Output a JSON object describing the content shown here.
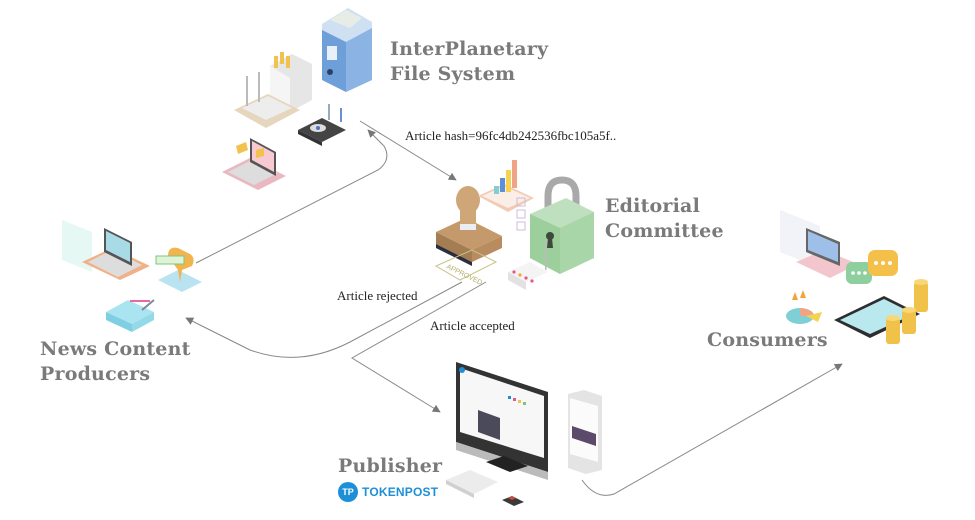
{
  "nodes": {
    "ipfs": {
      "title_line1": "InterPlanetary",
      "title_line2": "File System"
    },
    "editorial": {
      "title_line1": "Editorial",
      "title_line2": "Committee"
    },
    "producers": {
      "title_line1": "News Content",
      "title_line2": "Producers"
    },
    "consumers": {
      "title": "Consumers"
    },
    "publisher": {
      "title": "Publisher",
      "brand": "TOKENPOST",
      "brand_badge": "TP"
    }
  },
  "flows": {
    "hash": "Article hash=96fc4db242536fbc105a5f..",
    "rejected": "Article rejected",
    "accepted": "Article accepted"
  },
  "colors": {
    "title_gray": "#7a7a7a",
    "arrow_gray": "#777777",
    "brand_blue": "#1d8fd6",
    "binder_blue": "#6f9fd8",
    "lock_green": "#9ccf9c",
    "stamp_tan": "#c49a6c"
  }
}
